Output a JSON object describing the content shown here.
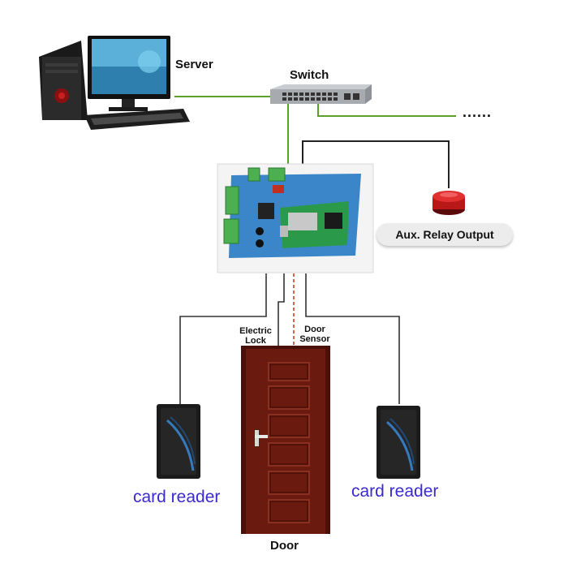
{
  "labels": {
    "server": "Server",
    "switch": "Switch",
    "aux_relay": "Aux. Relay Output",
    "ellipsis": "......",
    "electric_lock_1": "Electric",
    "electric_lock_2": "Lock",
    "door_sensor_1": "Door",
    "door_sensor_2": "Sensor",
    "card_reader_left": "card reader",
    "card_reader_right": "card reader",
    "door": "Door"
  },
  "colors": {
    "network_line": "#5aa02c",
    "signal_line": "#333333",
    "sensor_line": "#d23a1a",
    "card_reader_text": "#3b2ad0",
    "door_wood": "#6b1a10",
    "board": "#3a86c8"
  }
}
